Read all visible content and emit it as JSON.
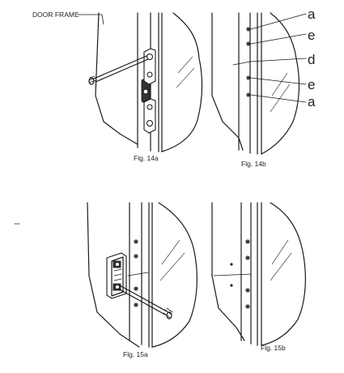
{
  "labels": {
    "door_frame": "DOOR FRAME",
    "a_top": "a",
    "e_top": "e",
    "d": "d",
    "e_bottom": "e",
    "a_bottom": "a"
  },
  "captions": {
    "fig14a": "Flg. 14a",
    "fig14b": "Flg. 14b",
    "fig15a": "Flg. 15a",
    "fig15b": "Flg. 15b"
  }
}
